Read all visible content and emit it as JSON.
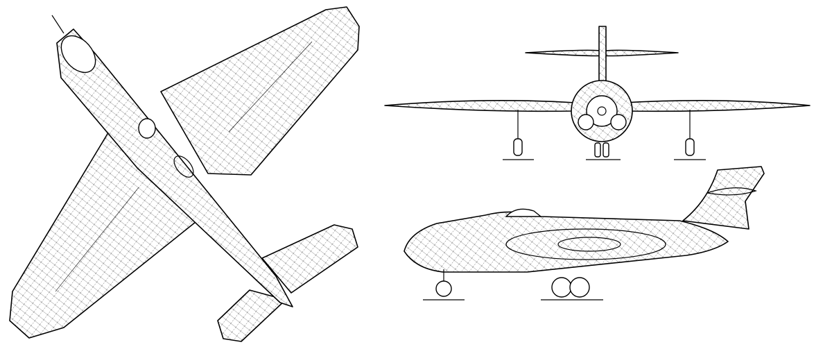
{
  "drawing": {
    "views": [
      "top",
      "front",
      "side"
    ],
    "colors": {
      "line": "#000000",
      "background": "#ffffff"
    }
  }
}
